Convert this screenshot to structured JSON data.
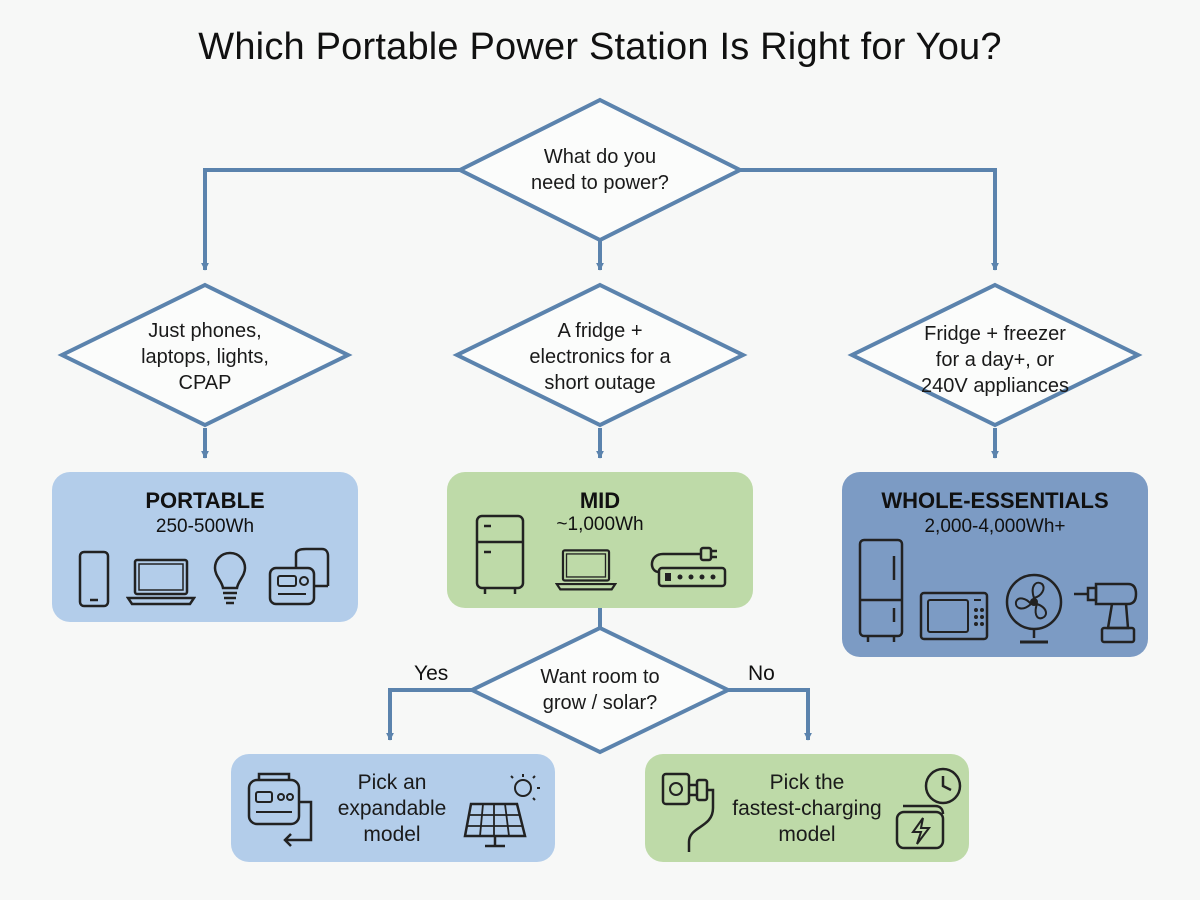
{
  "title": "Which Portable Power Station Is Right for You?",
  "colors": {
    "line": "#5b83ad",
    "blue_box": "#b3cdea",
    "green_box": "#bedaa8",
    "dark_box": "#7c9bc4",
    "icon": "#222222"
  },
  "decisions": {
    "root": "What do you\nneed to power?",
    "light": "Just phones,\nlaptops, lights,\nCPAP",
    "mid": "A fridge +\nelectronics for a\nshort outage",
    "heavy": "Fridge + freezer\nfor a day+, or\n240V appliances",
    "grow": "Want room to\ngrow / solar?"
  },
  "results": {
    "portable": {
      "title": "PORTABLE",
      "capacity": "250-500Wh",
      "icons": [
        "phone-icon",
        "laptop-icon",
        "lightbulb-icon",
        "cpap-icon"
      ]
    },
    "mid": {
      "title": "MID",
      "capacity": "~1,000Wh",
      "icons": [
        "fridge-icon",
        "laptop-icon",
        "power-strip-icon"
      ]
    },
    "whole": {
      "title": "WHOLE-ESSENTIALS",
      "capacity": "2,000-4,000Wh+",
      "icons": [
        "fridge-freezer-icon",
        "microwave-icon",
        "fan-icon",
        "drill-icon"
      ]
    }
  },
  "branches": {
    "yes": "Yes",
    "no": "No"
  },
  "outcomes": {
    "expandable": {
      "text": "Pick an\nexpandable\nmodel",
      "icons": [
        "expandable-battery-icon",
        "solar-panel-icon"
      ]
    },
    "fastest": {
      "text": "Pick the\nfastest-charging\nmodel",
      "icons": [
        "wall-plug-icon",
        "fast-charge-battery-icon"
      ]
    }
  }
}
